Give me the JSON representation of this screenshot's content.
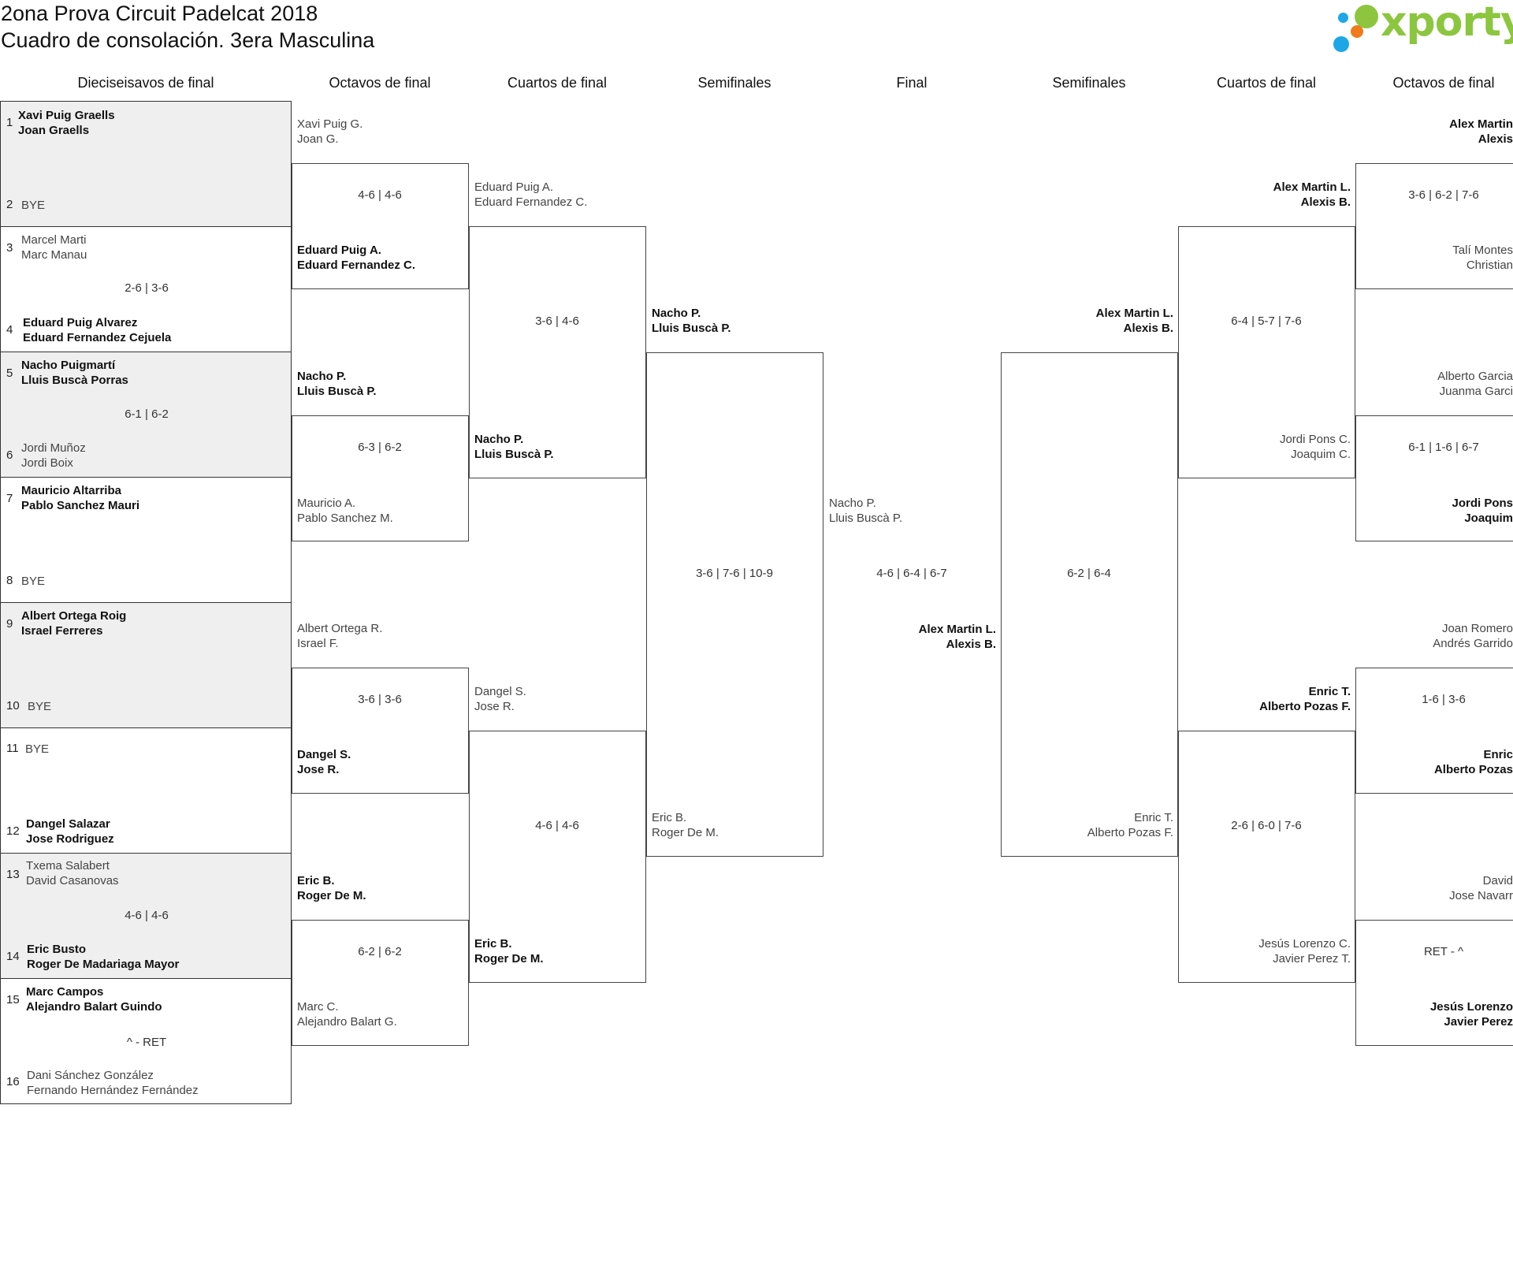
{
  "title_line1": "2ona Prova Circuit Padelcat 2018",
  "title_line2": "Cuadro de consolación. 3era Masculina",
  "logo_text": "xporty",
  "colors": {
    "logo_green": "#8cc63f",
    "logo_blue": "#1ea7e6",
    "logo_orange": "#f07a1c",
    "row_gray": "#efefef"
  },
  "headers": {
    "h0": "Dieciseisavos de final",
    "h1": "Octavos de final",
    "h2": "Cuartos de final",
    "h3": "Semifinales",
    "h4": "Final",
    "h5": "Semifinales",
    "h6": "Cuartos de final",
    "h7": "Octavos de final"
  },
  "r32": [
    {
      "seed_a": "1",
      "a1": "Xavi Puig Graells",
      "a2": "Joan Graells",
      "seed_b": "2",
      "b": "BYE",
      "score": ""
    },
    {
      "seed_a": "3",
      "a1": "Marcel Marti",
      "a2": "Marc Manau",
      "seed_b": "4",
      "b1": "Eduard Puig Alvarez",
      "b2": "Eduard Fernandez Cejuela",
      "score": "2-6 | 3-6"
    },
    {
      "seed_a": "5",
      "a1": "Nacho Puigmartí",
      "a2": "Lluis Buscà Porras",
      "seed_b": "6",
      "b1": "Jordi Muñoz",
      "b2": "Jordi Boix",
      "score": "6-1 | 6-2"
    },
    {
      "seed_a": "7",
      "a1": "Mauricio Altarriba",
      "a2": "Pablo Sanchez Mauri",
      "seed_b": "8",
      "b": "BYE",
      "score": ""
    },
    {
      "seed_a": "9",
      "a1": "Albert Ortega Roig",
      "a2": "Israel Ferreres",
      "seed_b": "10",
      "b": "BYE",
      "score": ""
    },
    {
      "seed_a": "11",
      "a": "BYE",
      "seed_b": "12",
      "b1": "Dangel Salazar",
      "b2": "Jose Rodriguez",
      "score": ""
    },
    {
      "seed_a": "13",
      "a1": "Txema Salabert",
      "a2": "David Casanovas",
      "seed_b": "14",
      "b1": "Eric Busto",
      "b2": "Roger De Madariaga Mayor",
      "score": "4-6 | 4-6"
    },
    {
      "seed_a": "15",
      "a1": "Marc Campos",
      "a2": "Alejandro Balart Guindo",
      "seed_b": "16",
      "b1": "Dani Sánchez González",
      "b2": "Fernando Hernández Fernández",
      "score": "^ - RET"
    }
  ],
  "r16": [
    {
      "a1": "Xavi Puig G.",
      "a2": "Joan G.",
      "b1": "Eduard Puig A.",
      "b2": "Eduard Fernandez C.",
      "score": "4-6 | 4-6"
    },
    {
      "a1": "Nacho P.",
      "a2": "Lluis Buscà P.",
      "b1": "Mauricio A.",
      "b2": "Pablo Sanchez M.",
      "score": "6-3 | 6-2"
    },
    {
      "a1": "Albert Ortega R.",
      "a2": "Israel F.",
      "b1": "Dangel S.",
      "b2": "Jose R.",
      "score": "3-6 | 3-6"
    },
    {
      "a1": "Eric B.",
      "a2": "Roger De M.",
      "b1": "Marc C.",
      "b2": "Alejandro Balart G.",
      "score": "6-2 | 6-2"
    }
  ],
  "qf": [
    {
      "a1": "Eduard Puig A.",
      "a2": "Eduard Fernandez C.",
      "b1": "Nacho P.",
      "b2": "Lluis Buscà P.",
      "score": "3-6 | 4-6"
    },
    {
      "a1": "Dangel S.",
      "a2": "Jose R.",
      "b1": "Eric B.",
      "b2": "Roger De M.",
      "score": "4-6 | 4-6"
    }
  ],
  "sf": {
    "a1": "Nacho P.",
    "a2": "Lluis Buscà P.",
    "b1": "Eric B.",
    "b2": "Roger De M.",
    "score": "3-6 | 7-6 | 10-9"
  },
  "final": {
    "a1": "Nacho P.",
    "a2": "Lluis Buscà P.",
    "b1": "Alex Martin L.",
    "b2": "Alexis B.",
    "score": "4-6 | 6-4 | 6-7"
  },
  "sf_r": {
    "a1": "Alex Martin L.",
    "a2": "Alexis B.",
    "b1": "Enric T.",
    "b2": "Alberto Pozas F.",
    "score": "6-2 | 6-4"
  },
  "qf_r": [
    {
      "a1": "Alex Martin L.",
      "a2": "Alexis B.",
      "b1": "Jordi Pons C.",
      "b2": "Joaquim C.",
      "score": "6-4 | 5-7 | 7-6"
    },
    {
      "a1": "Enric T.",
      "a2": "Alberto Pozas F.",
      "b1": "Jesús Lorenzo C.",
      "b2": "Javier Perez T.",
      "score": "2-6 | 6-0 | 7-6"
    }
  ],
  "r16_r": [
    {
      "a1": "Alex Martin",
      "a2": "Alexis",
      "b1": "Talí Montes",
      "b2": "Christian",
      "score": "3-6 | 6-2 | 7-6"
    },
    {
      "a1": "Alberto Garcia",
      "a2": "Juanma Garci",
      "b1": "Jordi Pons",
      "b2": "Joaquim",
      "score": "6-1 | 1-6 | 6-7"
    },
    {
      "a1": "Joan Romero",
      "a2": "Andrés Garrido",
      "b1": "Enric",
      "b2": "Alberto Pozas",
      "score": "1-6 | 3-6"
    },
    {
      "a1": "David",
      "a2": "Jose Navarr",
      "b1": "Jesús Lorenzo",
      "b2": "Javier Perez",
      "score": "RET - ^"
    }
  ]
}
